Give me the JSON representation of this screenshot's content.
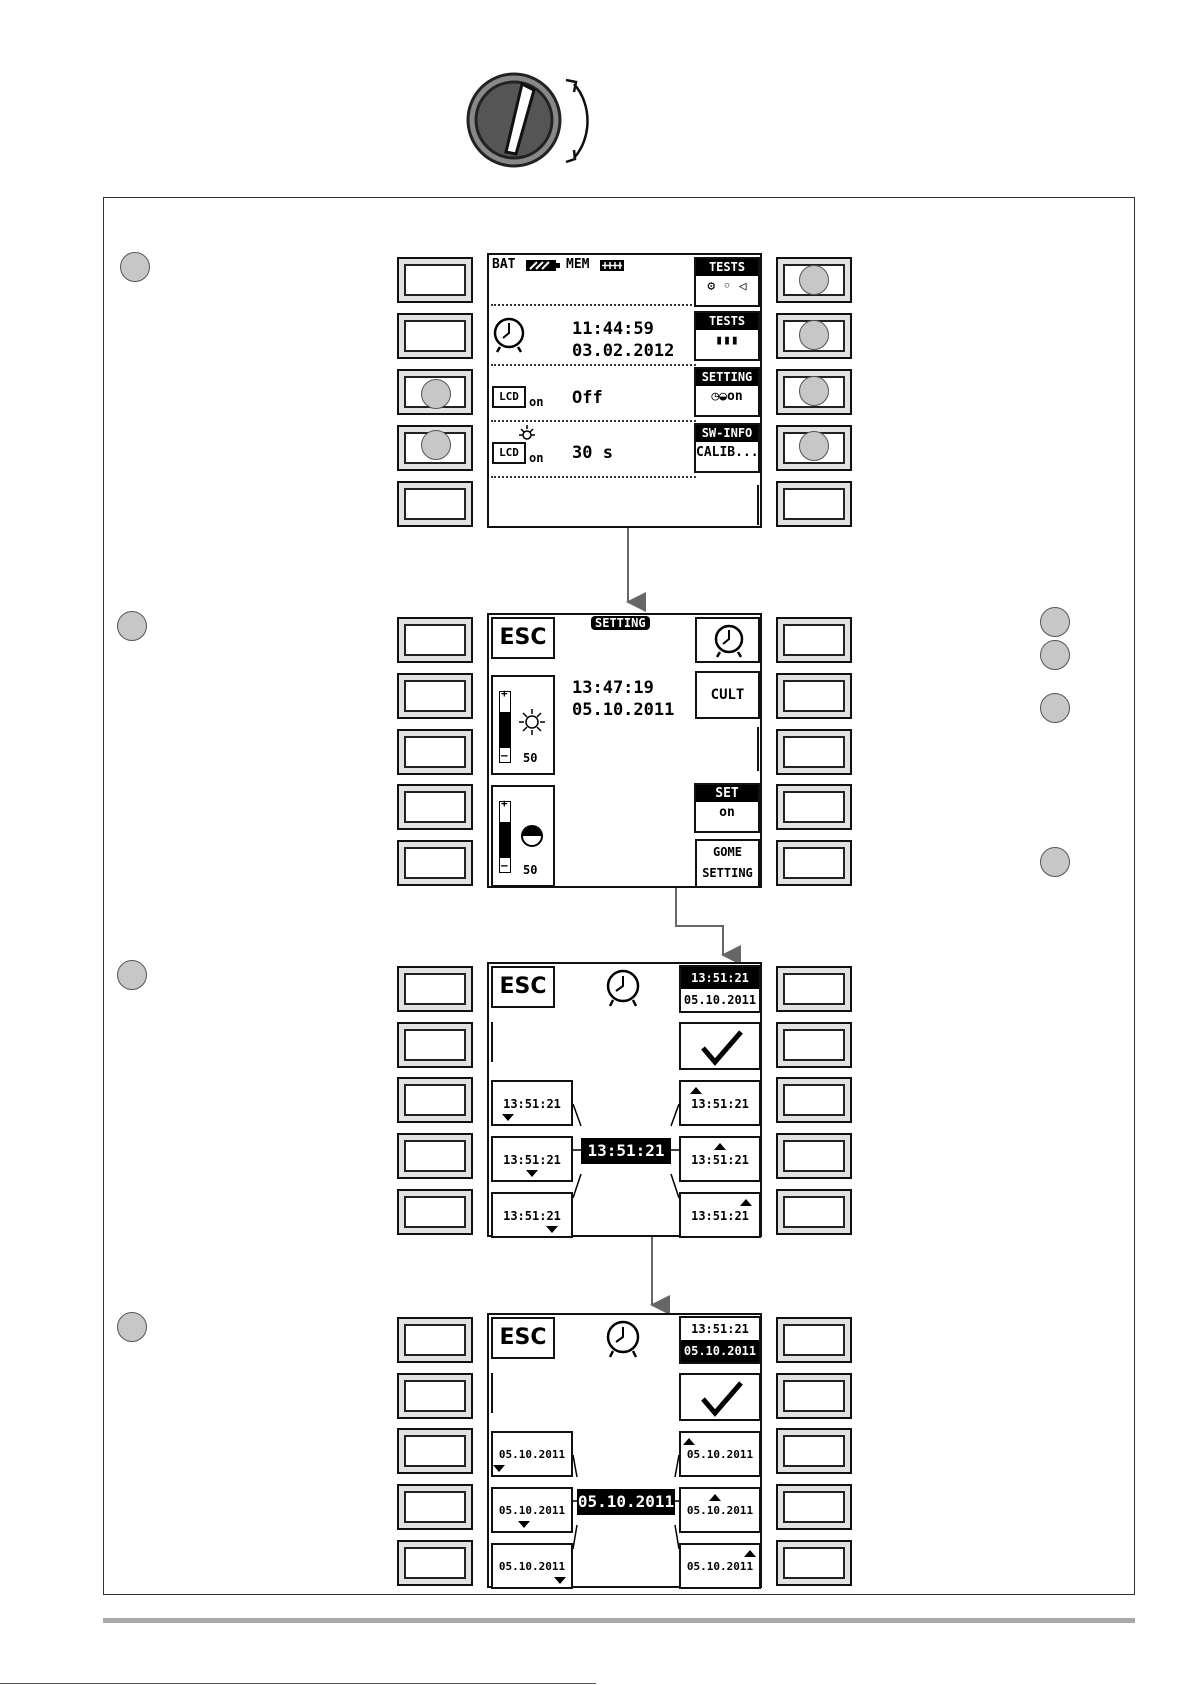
{
  "colors": {
    "line": "#000000",
    "callout": "#c7c7c7",
    "arrow": "#666666",
    "frame": "#333333",
    "rule": "#a8a8a8"
  },
  "icons": [
    "rotary-switch-icon",
    "rotate-arrow-icon",
    "battery-icon",
    "memory-icon",
    "clock-icon",
    "lcd-icon",
    "backlight-icon",
    "brightness-icon",
    "contrast-icon",
    "checkmark-icon",
    "arrow-up-icon",
    "arrow-down-icon"
  ],
  "screen1": {
    "bat": "BAT",
    "mem": "MEM",
    "time": "11:44:59",
    "date": "03.02.2012",
    "lcd_off_value": "Off",
    "lcd_label": "LCD",
    "lcd_on": "on",
    "backlight_value": "30 s",
    "softkeys": [
      {
        "title": "TESTS",
        "label": "⚙ ◦ ◁"
      },
      {
        "title": "TESTS",
        "label": "▮▮▮"
      },
      {
        "title": "SETTING",
        "label": "◷◒on"
      },
      {
        "title": "SW-INFO",
        "label": "CALIB..."
      }
    ]
  },
  "screen2": {
    "header": "SETTING",
    "esc": "ESC",
    "time": "13:47:19",
    "date": "05.10.2011",
    "cult": "CULT",
    "brightness_value": "50",
    "contrast_value": "50",
    "plus": "+",
    "minus": "–",
    "set_title": "SET",
    "set_label": "on",
    "gome_label": "GOME",
    "gome_sub": "SETTING"
  },
  "screen3": {
    "esc": "ESC",
    "tab_time": "13:51:21",
    "tab_date": "05.10.2011",
    "center": "13:51:21",
    "left_buttons": [
      "13:51:21",
      "13:51:21",
      "13:51:21"
    ],
    "right_buttons": [
      "13:51:21",
      "13:51:21",
      "13:51:21"
    ]
  },
  "screen4": {
    "esc": "ESC",
    "tab_time": "13:51:21",
    "tab_date": "05.10.2011",
    "center": "05.10.2011",
    "left_buttons": [
      "05.10.2011",
      "05.10.2011",
      "05.10.2011"
    ],
    "right_buttons": [
      "05.10.2011",
      "05.10.2011",
      "05.10.2011"
    ]
  }
}
